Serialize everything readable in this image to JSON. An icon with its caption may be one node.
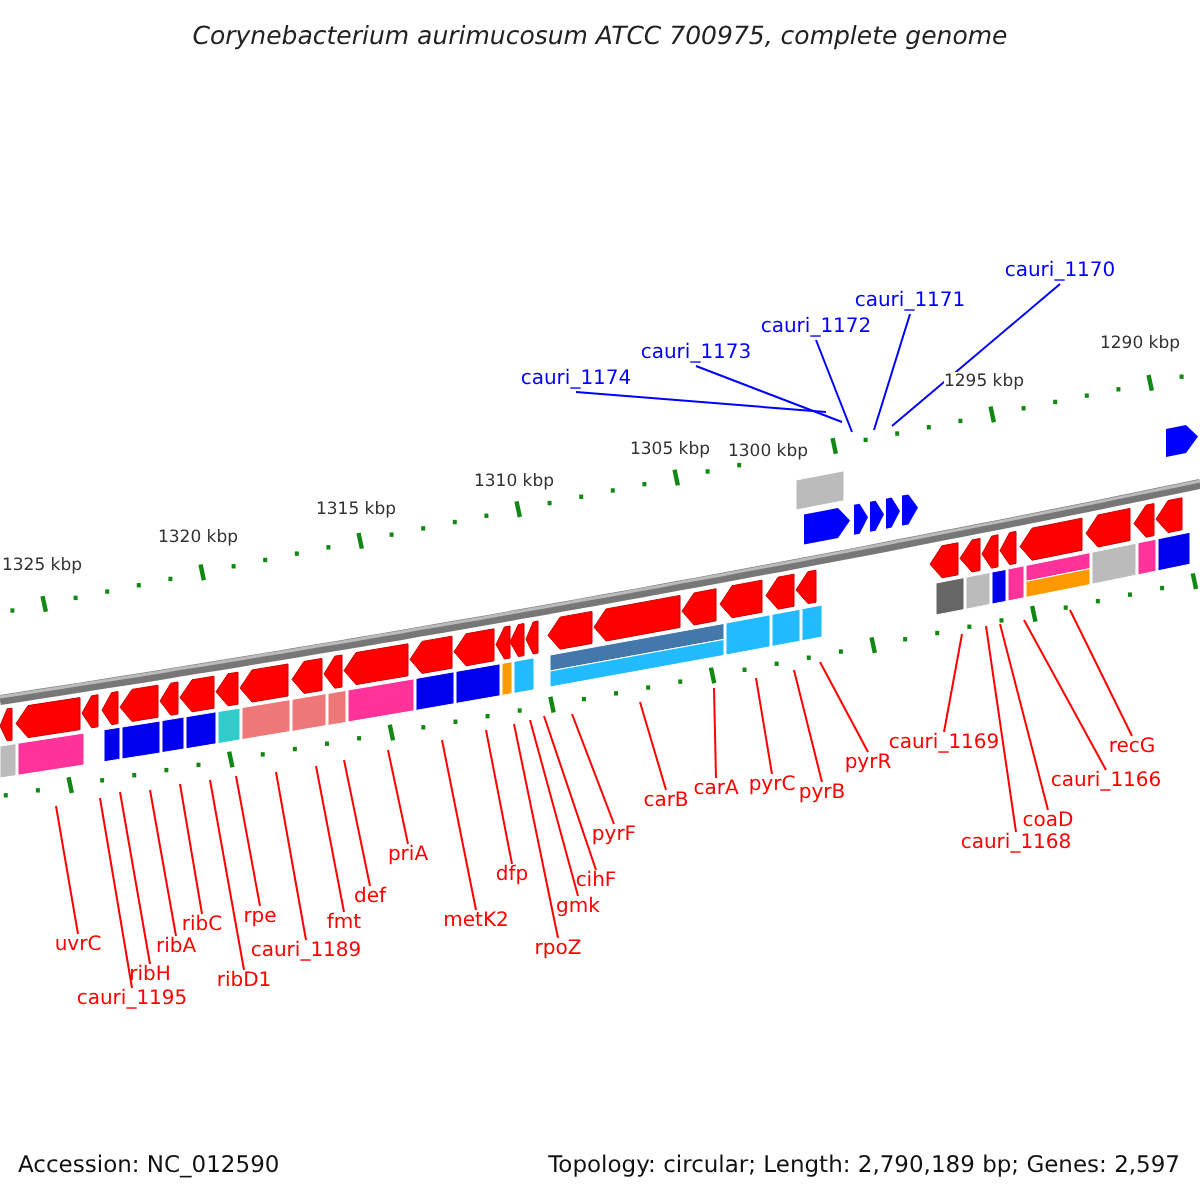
{
  "diagram": {
    "title": "Corynebacterium aurimucosum ATCC 700975, complete genome",
    "nodes": [
      {
        "text": [
          "cauri_1170"
        ]
      },
      {
        "text": [
          "cauri_1171"
        ]
      },
      {
        "text": [
          "cauri_1172"
        ]
      },
      {
        "text": [
          "cauri_1173"
        ]
      },
      {
        "text": [
          "cauri_1174"
        ]
      },
      {
        "text": [
          "uvrC"
        ]
      },
      {
        "text": [
          "cauri_1195"
        ]
      },
      {
        "text": [
          "ribH"
        ]
      },
      {
        "text": [
          "ribA"
        ]
      },
      {
        "text": [
          "ribC"
        ]
      },
      {
        "text": [
          "ribD1"
        ]
      },
      {
        "text": [
          "rpe"
        ]
      },
      {
        "text": [
          "cauri_1189"
        ]
      },
      {
        "text": [
          "fmt"
        ]
      },
      {
        "text": [
          "def"
        ]
      },
      {
        "text": [
          "priA"
        ]
      },
      {
        "text": [
          "metK2"
        ]
      },
      {
        "text": [
          "dfp"
        ]
      },
      {
        "text": [
          "rpoZ"
        ]
      },
      {
        "text": [
          "gmk"
        ]
      },
      {
        "text": [
          "cihF"
        ]
      },
      {
        "text": [
          "pyrF"
        ]
      },
      {
        "text": [
          "carB"
        ]
      },
      {
        "text": [
          "carA"
        ]
      },
      {
        "text": [
          "pyrC"
        ]
      },
      {
        "text": [
          "pyrB"
        ]
      },
      {
        "text": [
          "pyrR"
        ]
      },
      {
        "text": [
          "cauri_1169"
        ]
      },
      {
        "text": [
          "cauri_1168"
        ]
      },
      {
        "text": [
          "coaD"
        ]
      },
      {
        "text": [
          "cauri_1166"
        ]
      },
      {
        "text": [
          "recG"
        ]
      }
    ],
    "edges": [
      {
        "from": 0,
        "to": null,
        "arrow": "none",
        "color": "#0000ff"
      },
      {
        "from": 1,
        "to": null,
        "arrow": "none",
        "color": "#0000ff"
      },
      {
        "from": 2,
        "to": null,
        "arrow": "none",
        "color": "#0000ff"
      },
      {
        "from": 3,
        "to": null,
        "arrow": "none",
        "color": "#0000ff"
      },
      {
        "from": 4,
        "to": null,
        "arrow": "none",
        "color": "#0000ff"
      },
      {
        "from": 5,
        "to": null,
        "arrow": "none"
      },
      {
        "from": 6,
        "to": null,
        "arrow": "none"
      },
      {
        "from": 7,
        "to": null,
        "arrow": "none"
      },
      {
        "from": 8,
        "to": null,
        "arrow": "none"
      },
      {
        "from": 9,
        "to": null,
        "arrow": "none"
      },
      {
        "from": 10,
        "to": null,
        "arrow": "none"
      },
      {
        "from": 11,
        "to": null,
        "arrow": "none"
      },
      {
        "from": 12,
        "to": null,
        "arrow": "none"
      },
      {
        "from": 13,
        "to": null,
        "arrow": "none"
      },
      {
        "from": 14,
        "to": null,
        "arrow": "none"
      },
      {
        "from": 15,
        "to": null,
        "arrow": "none"
      },
      {
        "from": 16,
        "to": null,
        "arrow": "none"
      },
      {
        "from": 17,
        "to": null,
        "arrow": "none"
      },
      {
        "from": 18,
        "to": null,
        "arrow": "none"
      },
      {
        "from": 19,
        "to": null,
        "arrow": "none"
      },
      {
        "from": 20,
        "to": null,
        "arrow": "none"
      },
      {
        "from": 21,
        "to": null,
        "arrow": "none"
      },
      {
        "from": 22,
        "to": null,
        "arrow": "none"
      },
      {
        "from": 23,
        "to": null,
        "arrow": "none"
      },
      {
        "from": 24,
        "to": null,
        "arrow": "none"
      },
      {
        "from": 25,
        "to": null,
        "arrow": "none"
      },
      {
        "from": 26,
        "to": null,
        "arrow": "none"
      },
      {
        "from": 27,
        "to": null,
        "arrow": "none"
      },
      {
        "from": 28,
        "to": null,
        "arrow": "none"
      },
      {
        "from": 29,
        "to": null,
        "arrow": "none"
      },
      {
        "from": 30,
        "to": null,
        "arrow": "none"
      },
      {
        "from": 31,
        "to": null,
        "arrow": "none"
      }
    ],
    "labels": [
      "1325 kbp",
      "1320 kbp",
      "1315 kbp",
      "1310 kbp",
      "1305 kbp",
      "1300 kbp",
      "1295 kbp",
      "1290 kbp",
      "Accession: NC_012590",
      "Topology: circular; Length: 2,790,189 bp; Genes: 2,597"
    ]
  }
}
